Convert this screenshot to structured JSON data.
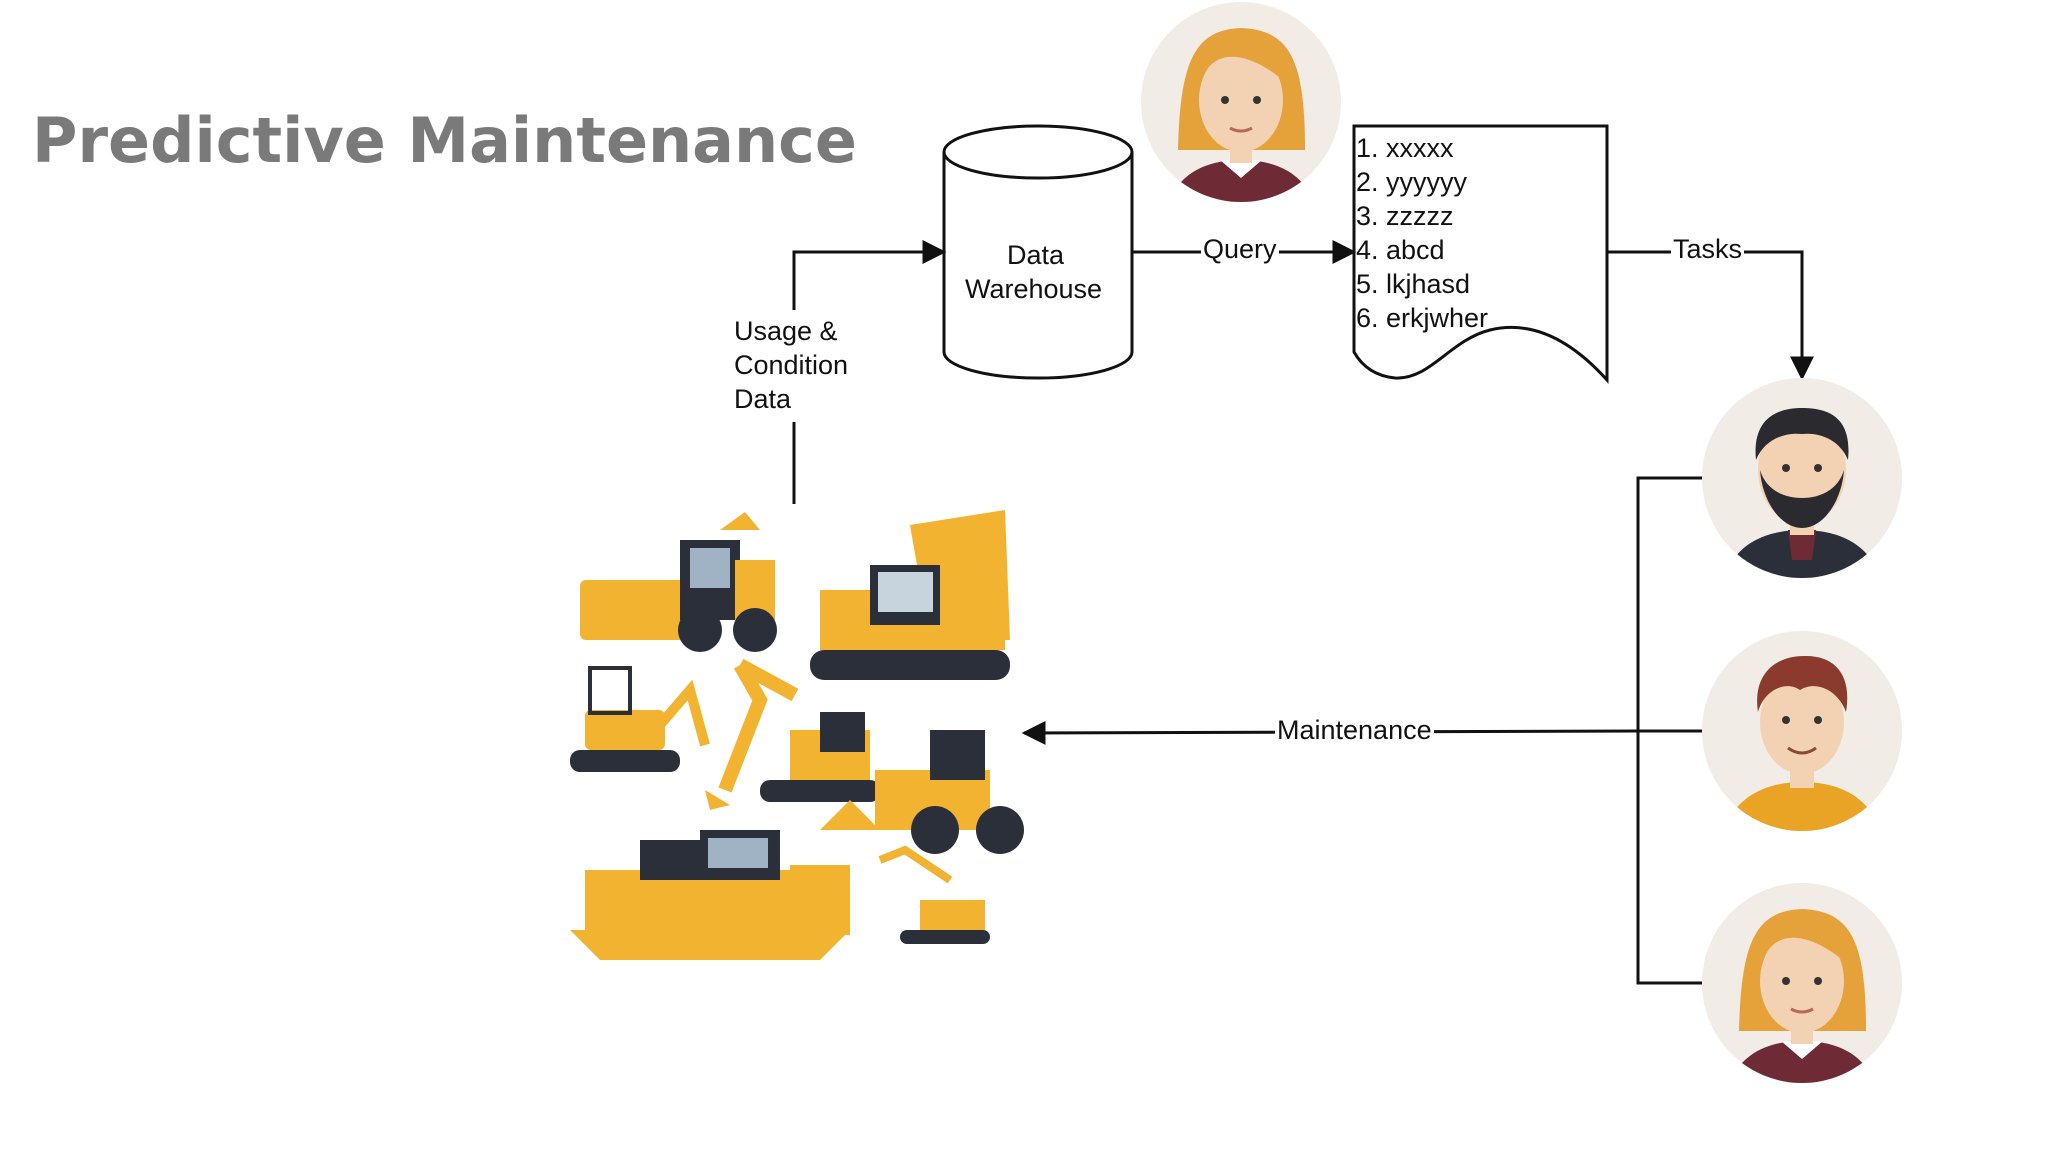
{
  "slide": {
    "title": "Predictive Maintenance"
  },
  "diagram": {
    "data_store_label_line1": "Data",
    "data_store_label_line2": "Warehouse",
    "edge_usage_line1": "Usage &",
    "edge_usage_line2": "Condition",
    "edge_usage_line3": "Data",
    "edge_query": "Query",
    "edge_tasks": "Tasks",
    "edge_maintenance": "Maintenance",
    "task_list": [
      "1. xxxxx",
      "2. yyyyyy",
      "3. zzzzz",
      "4. abcd",
      "5. lkjhasd",
      "6. erkjwher"
    ]
  },
  "colors": {
    "title": "#7a7a7a",
    "line": "#111111",
    "machine_yellow": "#f2b331",
    "machine_dark": "#2b2f3a",
    "avatar_bg": "#f1ece6",
    "skin": "#f3d2b3",
    "hair_blonde": "#e6a23a",
    "hair_dark": "#2b2a2e",
    "hair_brown": "#8a3b2e",
    "shirt_maroon": "#6e2a35",
    "shirt_yellow": "#e9a425"
  },
  "icons": [
    "analyst-avatar-icon",
    "technician-avatar-icon",
    "construction-machines-icon"
  ]
}
